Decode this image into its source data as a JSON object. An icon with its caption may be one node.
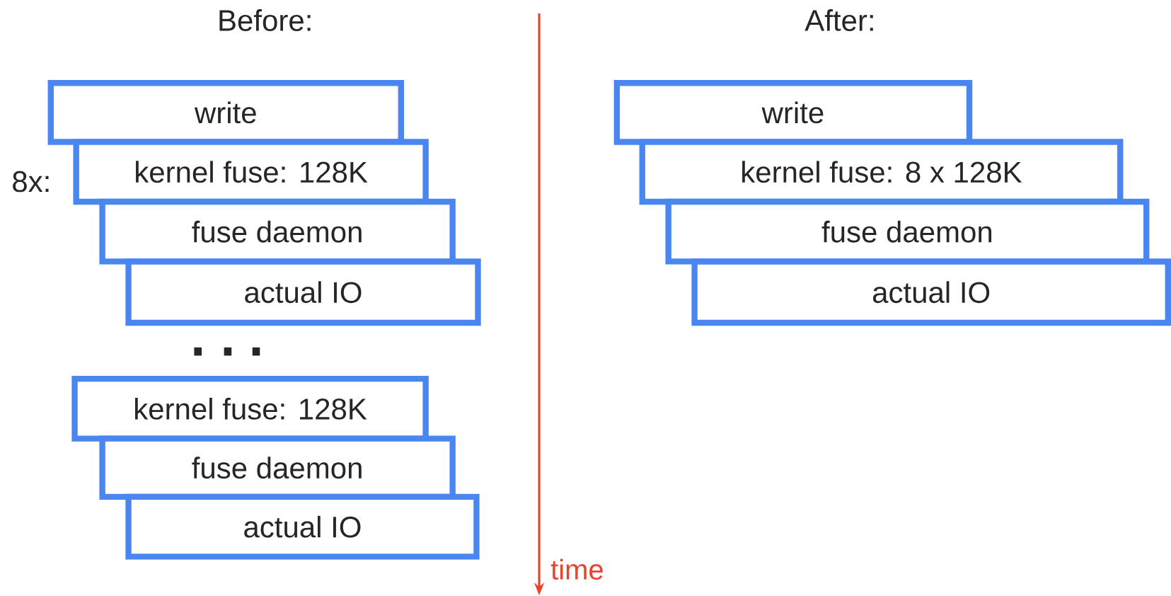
{
  "diagram": {
    "nodes": [
      {
        "text": [
          "write"
        ]
      },
      {
        "text": [
          "kernel fuse: 128K"
        ]
      },
      {
        "text": [
          "fuse daemon"
        ]
      },
      {
        "text": [
          "actual IO"
        ]
      },
      {
        "text": [
          "kernel fuse: 128K"
        ]
      },
      {
        "text": [
          "fuse daemon"
        ]
      },
      {
        "text": [
          "actual IO"
        ]
      },
      {
        "text": [
          "write"
        ]
      },
      {
        "text": [
          "kernel fuse: 8 x 128K"
        ]
      },
      {
        "text": [
          "fuse daemon"
        ]
      },
      {
        "text": [
          "actual IO"
        ]
      }
    ],
    "labels": [
      "Before:",
      "After:",
      "8x:",
      "time"
    ]
  }
}
